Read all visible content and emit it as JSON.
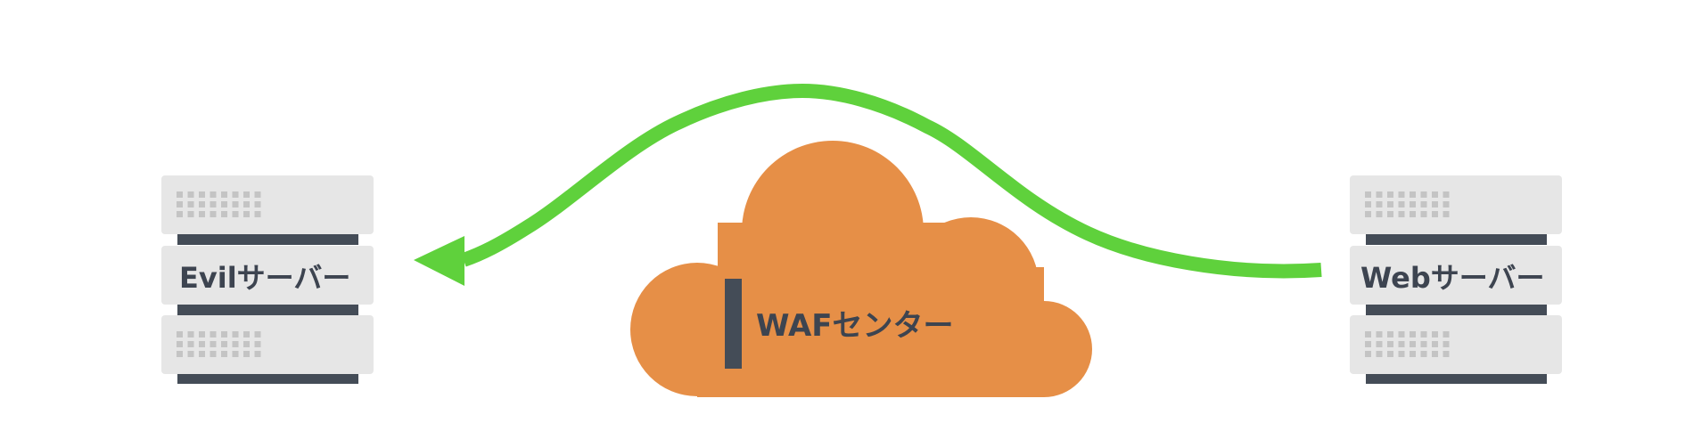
{
  "diagram": {
    "left_server": {
      "label": "Evilサーバー"
    },
    "right_server": {
      "label": "Webサーバー"
    },
    "cloud": {
      "label": "WAFセンター"
    },
    "connection": {
      "from": "right_server",
      "to": "left_server",
      "style": "curved-arrow"
    }
  },
  "colors": {
    "background": "#ffffff",
    "server_panel": "#e6e6e6",
    "server_dots": "#c4c4c4",
    "server_bar": "#444c57",
    "label_text": "#3d4450",
    "cloud": "#e68f47",
    "arrow": "#5fd13c"
  }
}
